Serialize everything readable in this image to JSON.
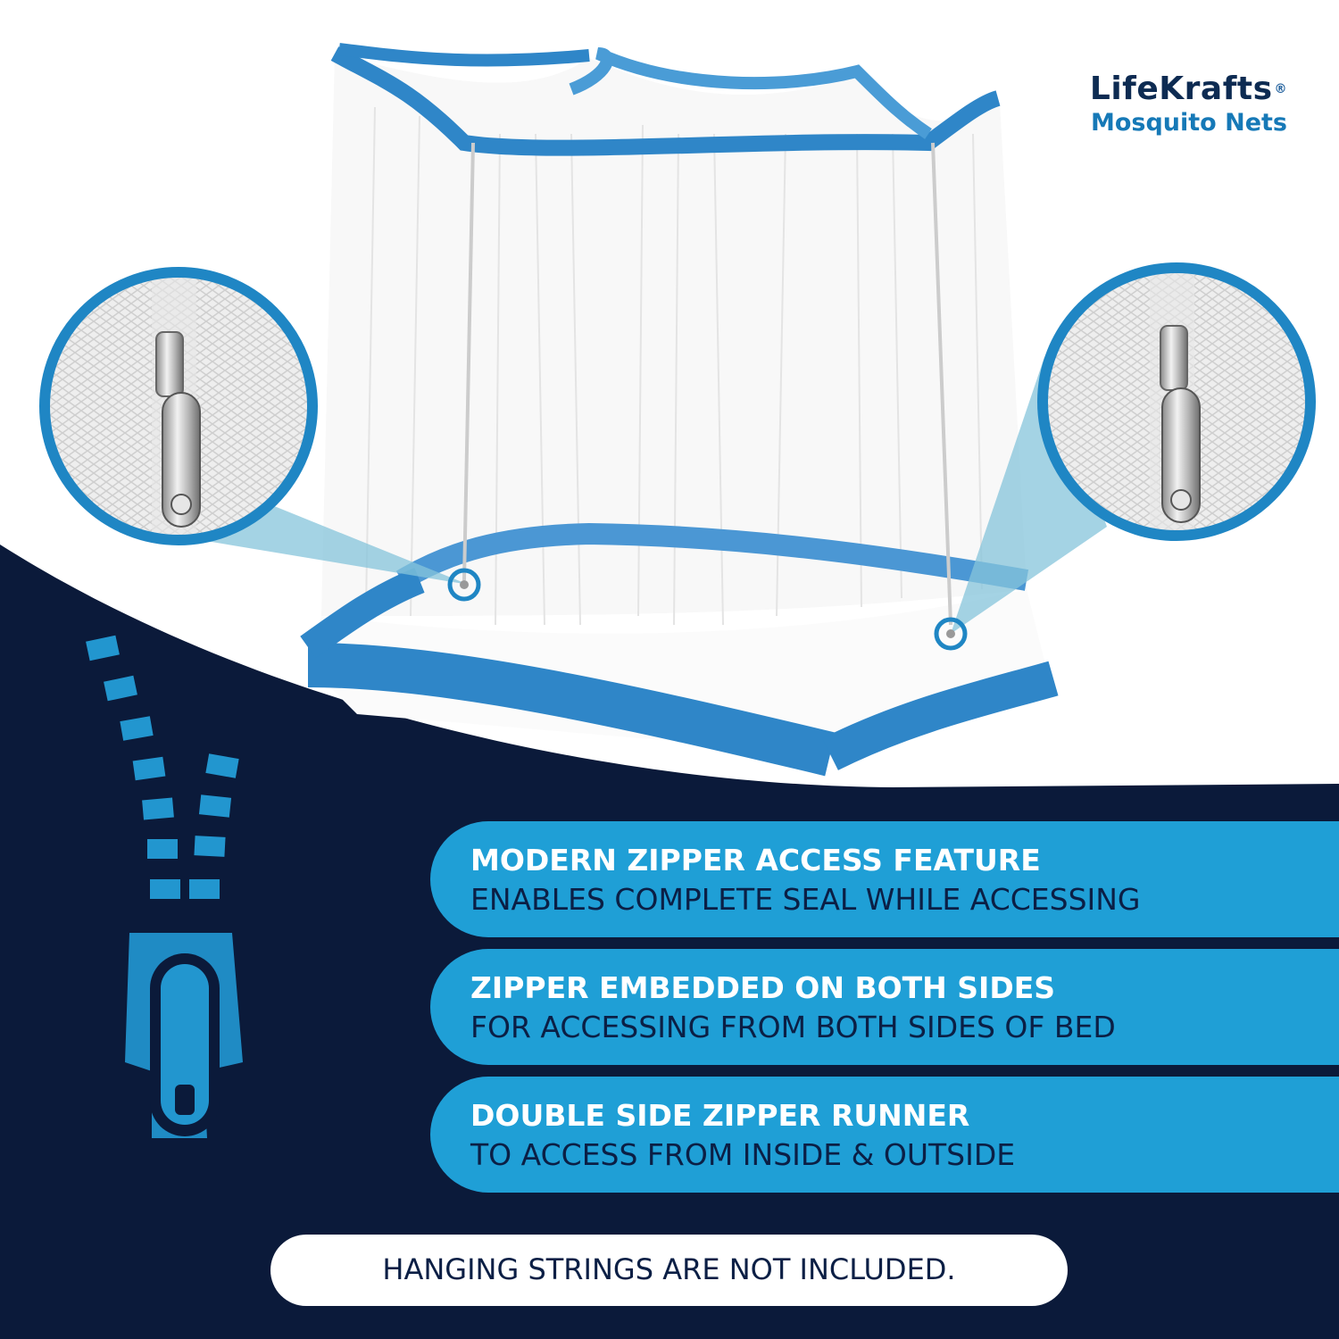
{
  "brand": {
    "name": "LifeKrafts",
    "registered_mark": "®",
    "subtitle": "Mosquito Nets"
  },
  "features": [
    {
      "title": "MODERN ZIPPER ACCESS FEATURE",
      "description": "ENABLES COMPLETE SEAL WHILE ACCESSING"
    },
    {
      "title": "ZIPPER EMBEDDED ON BOTH SIDES",
      "description": "FOR ACCESSING FROM BOTH SIDES OF BED"
    },
    {
      "title": "DOUBLE SIDE ZIPPER RUNNER",
      "description": "TO ACCESS FROM INSIDE & OUTSIDE"
    }
  ],
  "note": "HANGING STRINGS ARE NOT INCLUDED.",
  "icons": [
    "mosquito-net-image",
    "zipper-closeup-left-icon",
    "zipper-closeup-right-icon",
    "zipper-graphic-icon"
  ],
  "colors": {
    "navy": "#0b1a3a",
    "accent_blue": "#1f9fd6",
    "net_trim": "#2f86c8",
    "brand_navy": "#0d2b52"
  }
}
